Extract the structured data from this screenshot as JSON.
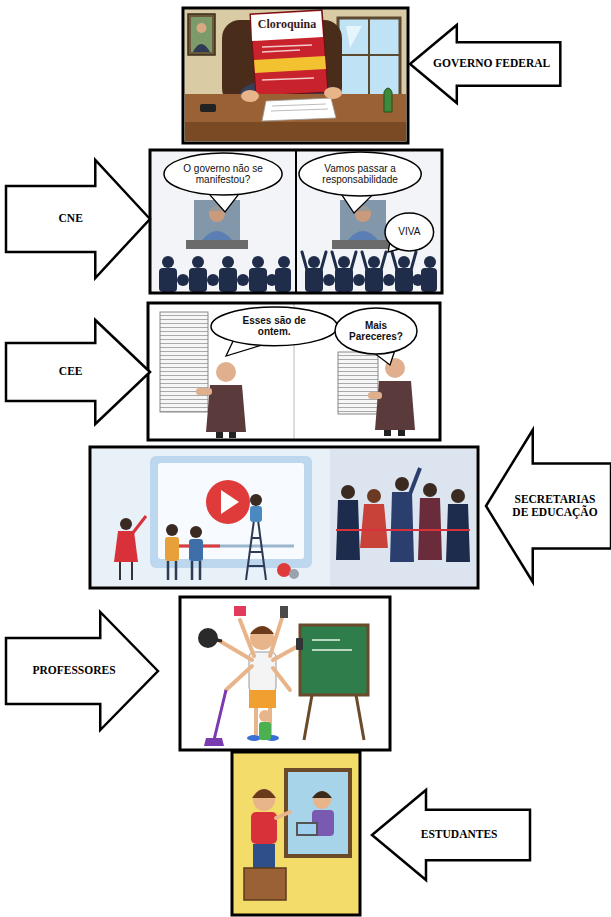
{
  "diagram": {
    "nodes": [
      {
        "text": [
          "GOVERNO FEDERAL"
        ]
      },
      {
        "text": [
          "CNE"
        ]
      },
      {
        "text": [
          "O governo não se manifestou?"
        ]
      },
      {
        "text": [
          "Vamos passar a responsabilidade"
        ]
      },
      {
        "text": [
          "VIVA"
        ]
      },
      {
        "text": [
          "CEE"
        ]
      },
      {
        "text": [
          "Esses são de ontem."
        ]
      },
      {
        "text": [
          "Mais Pareceres?"
        ]
      },
      {
        "text": [
          "SECRETARIAS DE EDUCAÇÃO"
        ]
      },
      {
        "text": [
          "PROFESSORES"
        ]
      },
      {
        "text": [
          "ESTUDANTES"
        ]
      }
    ],
    "labels": [
      "Cloroquina"
    ]
  }
}
